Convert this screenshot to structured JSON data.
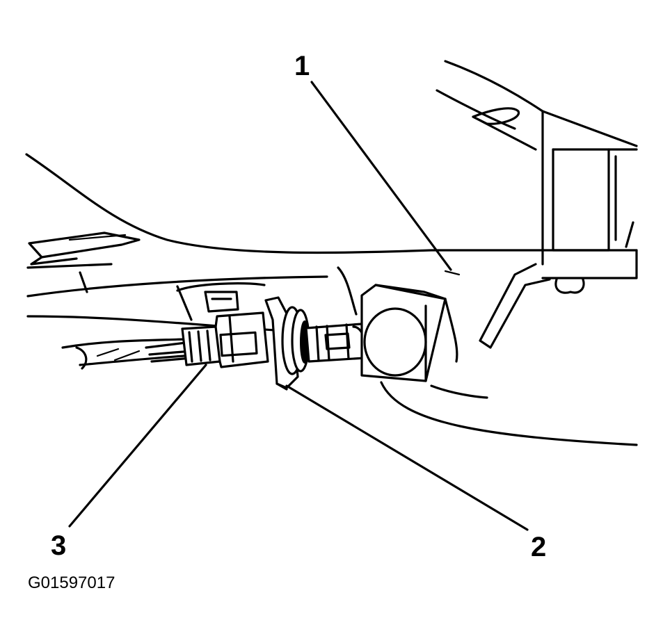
{
  "diagram": {
    "callouts": [
      {
        "id": "1",
        "label": "1"
      },
      {
        "id": "2",
        "label": "2"
      },
      {
        "id": "3",
        "label": "3"
      }
    ],
    "figure_code": "G01597017"
  }
}
